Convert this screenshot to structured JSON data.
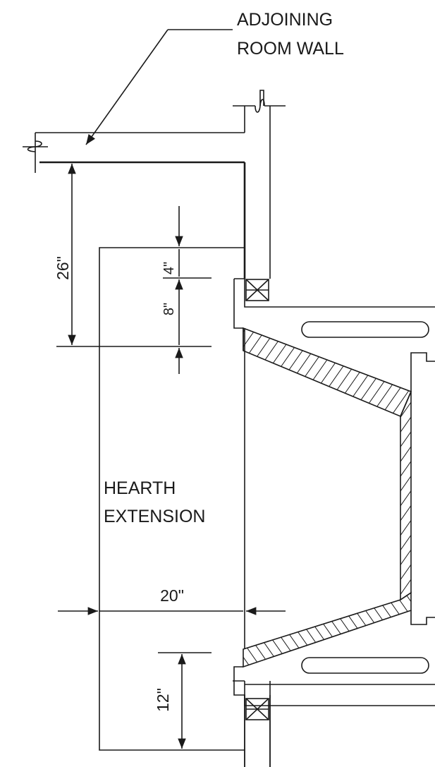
{
  "labels": {
    "wall_line1": "ADJOINING",
    "wall_line2": "ROOM WALL",
    "hearth_line1": "HEARTH",
    "hearth_line2": "EXTENSION"
  },
  "dimensions": {
    "side_depth": "26\"",
    "top_offset": "4\"",
    "mid_offset": "8\"",
    "width": "20\"",
    "bottom_offset": "12\""
  }
}
